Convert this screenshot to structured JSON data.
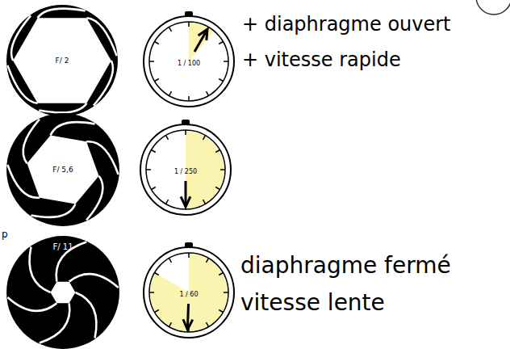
{
  "diagram": {
    "nodes": [
      {
        "text": [
          "F/ 2"
        ]
      },
      {
        "text": [
          "1 / 100"
        ]
      },
      {
        "text": [
          "F/ 5,6"
        ]
      },
      {
        "text": [
          "1 / 250"
        ]
      },
      {
        "text": [
          "F/ 11"
        ]
      },
      {
        "text": [
          "1 / 60"
        ]
      }
    ],
    "labels": [
      "+ diaphragme ouvert",
      "+ vitesse rapide",
      "p",
      "diaphragme fermé",
      "vitesse lente"
    ]
  }
}
